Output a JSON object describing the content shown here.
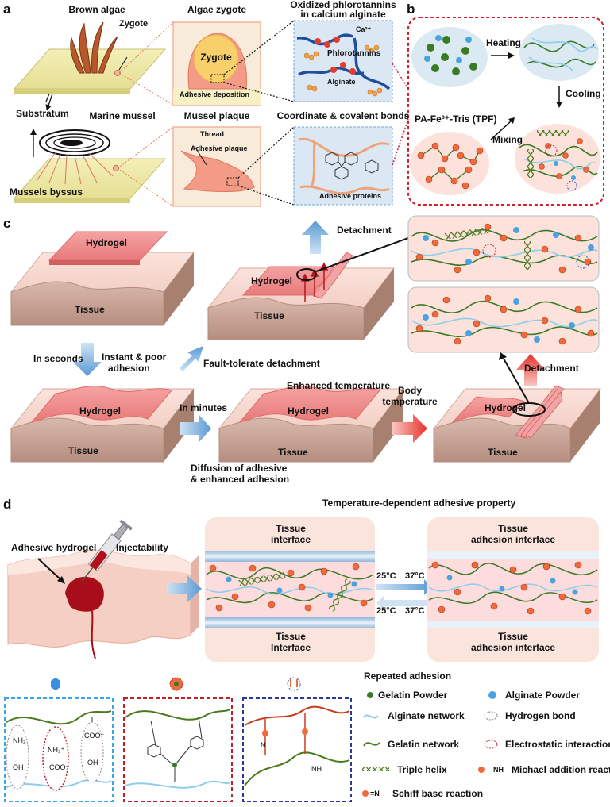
{
  "panel_a": {
    "label": "a",
    "brown_algae": "Brown algae",
    "zygote": "Zygote",
    "algae_zygote": "Algae zygote",
    "zygote_inner": "Zygote",
    "adhesive_deposition": "Adhesive  deposition",
    "oxidized_title_1": "Oxidized phlorotannins",
    "oxidized_title_2": "in calcium alginate",
    "ca": "Ca²⁺",
    "phlorotannins": "Phlorotannins",
    "alginate": "Alginate",
    "substratum": "Substratum",
    "marine_mussel": "Marine mussel",
    "mussels_byssus": "Mussels byssus",
    "mussel_plaque": "Mussel plaque",
    "thread": "Thread",
    "adhesive_plaque": "Adhesive plaque",
    "coordinate_bonds": "Coordinate & covalent bonds",
    "adhesive_proteins": "Adhesive proteins"
  },
  "panel_b": {
    "label": "b",
    "heating": "Heating",
    "cooling": "Cooling",
    "pa_tpf": "PA-Fe³⁺-Tris (TPF)",
    "mixing": "Mixing"
  },
  "panel_c": {
    "label": "c",
    "hydrogel": "Hydrogel",
    "tissue": "Tissue",
    "detachment": "Detachment",
    "in_seconds": "In seconds",
    "instant_poor_1": "Instant & poor",
    "instant_poor_2": "adhesion",
    "fault_tolerate": "Fault-tolerate detachment",
    "in_minutes": "In minutes",
    "enhanced_temperature": "Enhanced temperature",
    "body_temp_1": "Body",
    "body_temp_2": "temperature",
    "diffusion_1": "Diffusion of adhesive",
    "diffusion_2": "& enhanced adhesion"
  },
  "panel_d": {
    "label": "d",
    "temp_dependent": "Temperature-dependent adhesive property",
    "adhesive_hydrogel": "Adhesive hydrogel",
    "injectability": "Injectability",
    "tissue_interface_top_1": "Tissue",
    "tissue_interface_top_2": "interface",
    "tissue_interface_bot_1": "Tissue",
    "tissue_interface_bot_2": "Interface",
    "adhesion_interface_top_1": "Tissue",
    "adhesion_interface_top_2": "adhesion interface",
    "adhesion_interface_bot_1": "Tissue",
    "adhesion_interface_bot_2": "adhesion interface",
    "t25": "25°C",
    "t37": "37°C",
    "repeated_adhesion": "Repeated adhesion",
    "nh2": "NH₂",
    "nh3": "NH₃⁺",
    "coo": "COO⁻",
    "oh": "OH",
    "nh": "NH",
    "n_eq": "N"
  },
  "legend": {
    "gelatin_powder": "Gelatin Powder",
    "alginate_powder": "Alginate Powder",
    "alginate_network": "Alginate network",
    "hydrogen_bond": "Hydrogen bond",
    "gelatin_network": "Gelatin network",
    "electrostatic": "Electrostatic interaction",
    "triple_helix": "Triple helix",
    "michael": "Michael addition reaction",
    "schiff": "Schiff base reaction",
    "michael_symbol": "—NH—",
    "schiff_symbol": "=N—"
  },
  "colors": {
    "gelatin_green": "#4a7a1e",
    "alginate_blue": "#8ccde8",
    "bead_orange": "#f06a3c",
    "tissue_tan": "#c9a99a",
    "hydrogel_pink": "#ee8c8c",
    "panel_b_border": "#d0202a",
    "arrow_blue": "#6aa4d8",
    "arrow_red": "#e8322a"
  }
}
